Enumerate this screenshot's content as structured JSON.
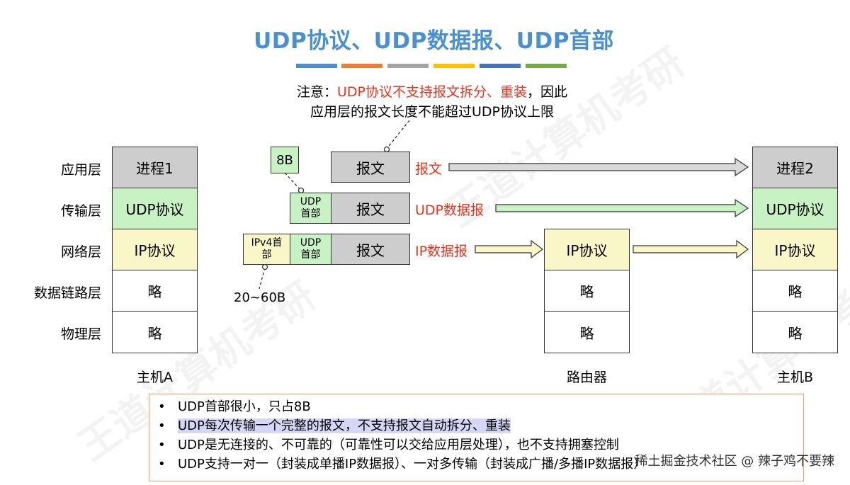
{
  "title": "UDP协议、UDP数据报、UDP首部",
  "color_bars": [
    "#4e8ed2",
    "#ee7d31",
    "#a5a5a5",
    "#ffc000",
    "#4472c4",
    "#70ad47"
  ],
  "note": {
    "prefix": "注意：",
    "highlight": "UDP协议不支持报文拆分、重装",
    "suffix": "，因此",
    "line2": "应用层的报文长度不能超过UDP协议上限"
  },
  "layers": [
    "应用层",
    "传输层",
    "网络层",
    "数据链路层",
    "物理层"
  ],
  "host_a": {
    "label": "主机A",
    "cells": [
      "进程1",
      "UDP协议",
      "IP协议",
      "略",
      "略"
    ]
  },
  "host_b": {
    "label": "主机B",
    "cells": [
      "进程2",
      "UDP协议",
      "IP协议",
      "略",
      "略"
    ]
  },
  "router": {
    "label": "路由器",
    "cells": [
      "IP协议",
      "略",
      "略"
    ]
  },
  "packets": {
    "size_udp": "8B",
    "size_ip": "20~60B",
    "message": "报文",
    "udp_header": "UDP首部",
    "ipv4_header": "IPv4首部",
    "label_message": "报文",
    "label_udp": "UDP数据报",
    "label_ip": "IP数据报"
  },
  "bullets": [
    "UDP首部很小，只占8B",
    "UDP每次传输一个完整的报文，不支持报文自动拆分、重装",
    "UDP是无连接的、不可靠的（可靠性可以交给应用层处理），也不支持拥塞控制",
    "UDP支持一对一（封装成单播IP数据报）、一对多传输（封装成广播/多播IP数据报）"
  ],
  "watermark_text": "稀土掘金技术社区 @ 辣子鸡不要辣",
  "background_watermark": "王道计算机考研"
}
